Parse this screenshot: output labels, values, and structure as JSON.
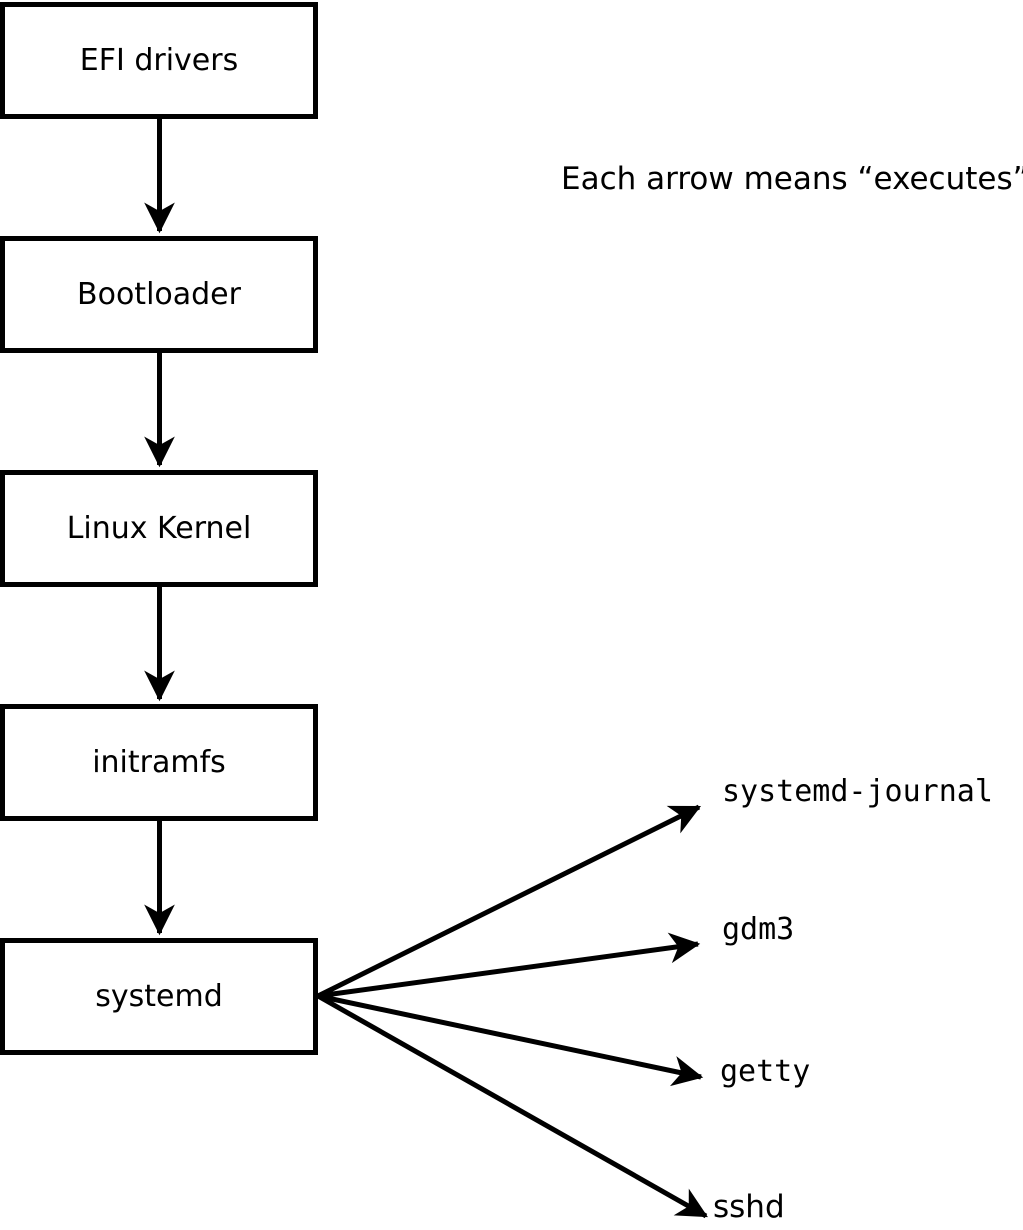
{
  "diagram": {
    "caption": "Each arrow means “executes”.",
    "chain": [
      {
        "label": "EFI drivers"
      },
      {
        "label": "Bootloader"
      },
      {
        "label": "Linux Kernel"
      },
      {
        "label": "initramfs"
      },
      {
        "label": "systemd"
      }
    ],
    "targets": [
      {
        "label": "systemd-journal"
      },
      {
        "label": "gdm3"
      },
      {
        "label": "getty"
      },
      {
        "label": "sshd"
      }
    ],
    "colors": {
      "stroke": "#000000",
      "background": "#ffffff"
    }
  }
}
